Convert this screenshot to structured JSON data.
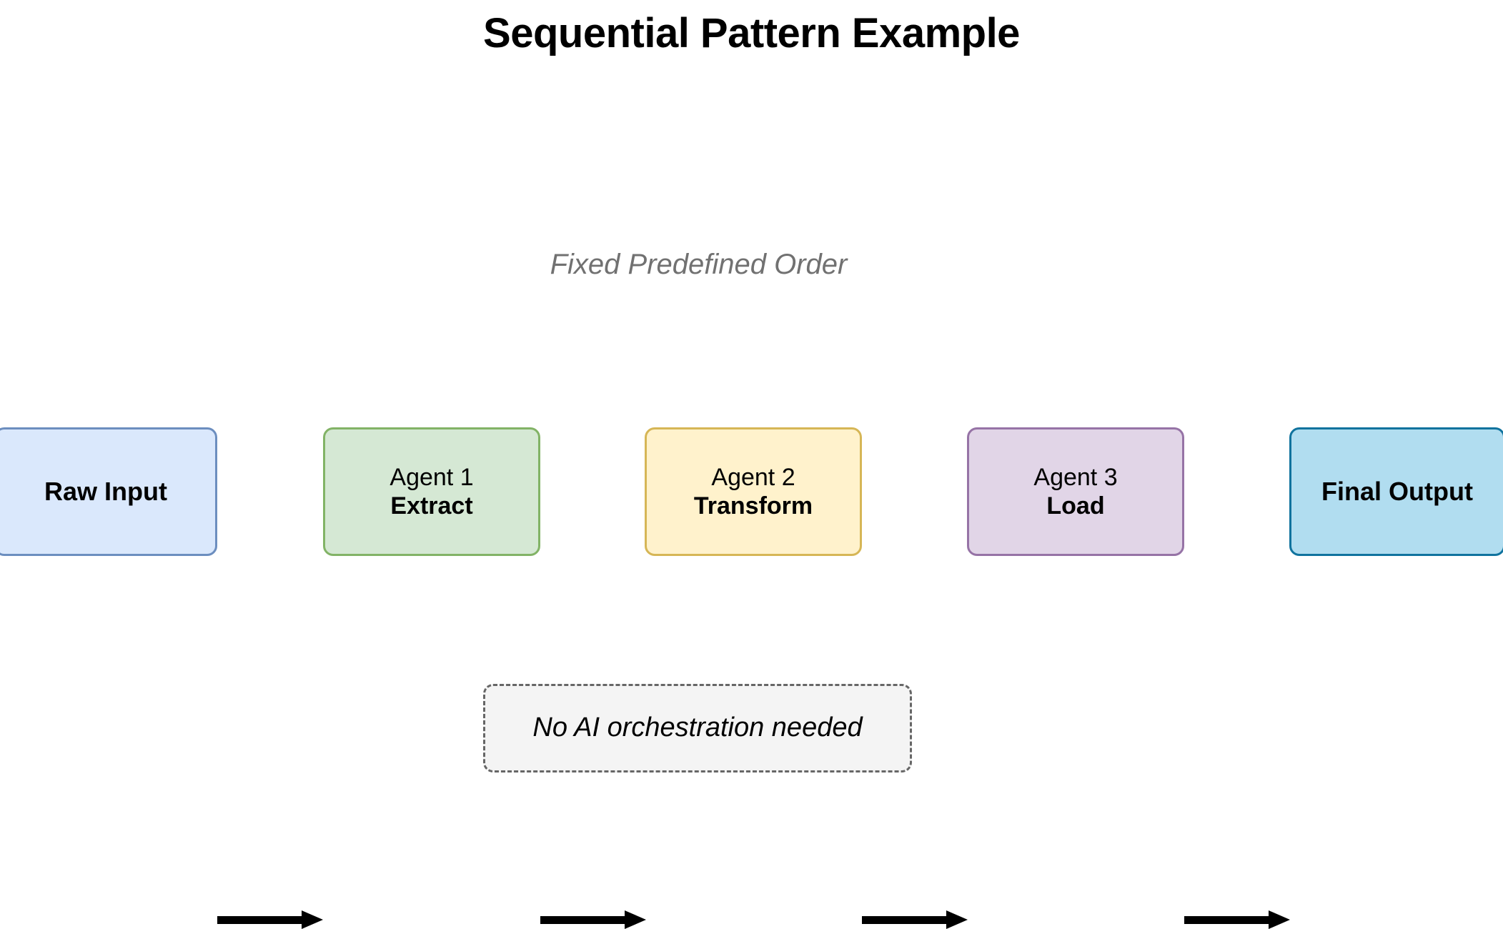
{
  "diagram": {
    "title": "Sequential Pattern Example",
    "subtitle": "Fixed Predefined Order",
    "type": "flowchart-left-to-right",
    "background_color": "#ffffff"
  },
  "nodes": [
    {
      "id": "raw-input",
      "title": "Raw Input",
      "subtitle": "",
      "fill": "#dae8fc",
      "stroke": "#6c8ebf"
    },
    {
      "id": "agent-1",
      "title": "Agent 1",
      "subtitle": "Extract",
      "fill": "#d5e8d4",
      "stroke": "#82b366"
    },
    {
      "id": "agent-2",
      "title": "Agent 2",
      "subtitle": "Transform",
      "fill": "#fff2cc",
      "stroke": "#d6b656"
    },
    {
      "id": "agent-3",
      "title": "Agent 3",
      "subtitle": "Load",
      "fill": "#e1d5e7",
      "stroke": "#9673a6"
    },
    {
      "id": "final-output",
      "title": "Final Output",
      "subtitle": "",
      "fill": "#b1ddf0",
      "stroke": "#10739e"
    }
  ],
  "arrows": [
    {
      "id": "arrow-1",
      "from": "raw-input",
      "to": "agent-1",
      "color": "#000000"
    },
    {
      "id": "arrow-2",
      "from": "agent-1",
      "to": "agent-2",
      "color": "#000000"
    },
    {
      "id": "arrow-3",
      "from": "agent-2",
      "to": "agent-3",
      "color": "#000000"
    },
    {
      "id": "arrow-4",
      "from": "agent-3",
      "to": "final-output",
      "color": "#000000"
    }
  ],
  "footer": {
    "text": "No AI orchestration needed",
    "fill": "#f4f4f4",
    "stroke": "#666666",
    "border_style": "dashed"
  }
}
